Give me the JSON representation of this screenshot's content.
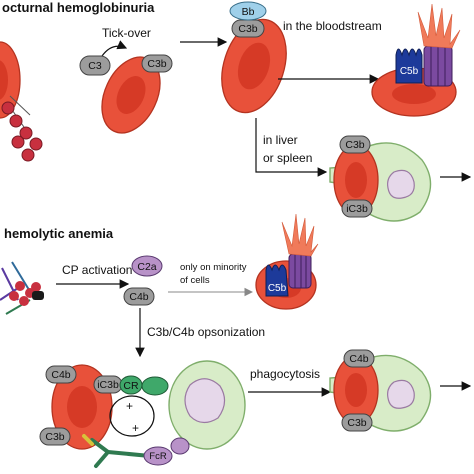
{
  "titles": {
    "top": "octurnal hemoglobinuria",
    "bottom": "hemolytic anemia"
  },
  "labels": {
    "tick_over": "Tick-over",
    "bloodstream": "in the bloodstream",
    "liver_1": "in liver",
    "liver_2": "or spleen",
    "cp_activation": "CP activation",
    "minority_1": "only on minority",
    "minority_2": "of cells",
    "opsonization": "C3b/C4b opsonization",
    "phagocytosis": "phagocytosis"
  },
  "badges": {
    "c3": "C3",
    "c3b": "C3b",
    "bb": "Bb",
    "c5b": "C5b",
    "c4b": "C4b",
    "c2a": "C2a",
    "ic3b": "iC3b",
    "cr": "CR",
    "fcr": "FcR",
    "plus": "+"
  },
  "colors": {
    "rbc": "#e8513a",
    "macrophage": "#d8ecc8",
    "c3b_pill": "#9c9c9c",
    "bb_pill": "#9fd0ea",
    "c2a_pill": "#b892c8",
    "mac_pore": "#7b4aa0",
    "c5b_blue": "#1d3a9a",
    "spikes": "#f07a5a",
    "antibody": "#2f7a50"
  }
}
